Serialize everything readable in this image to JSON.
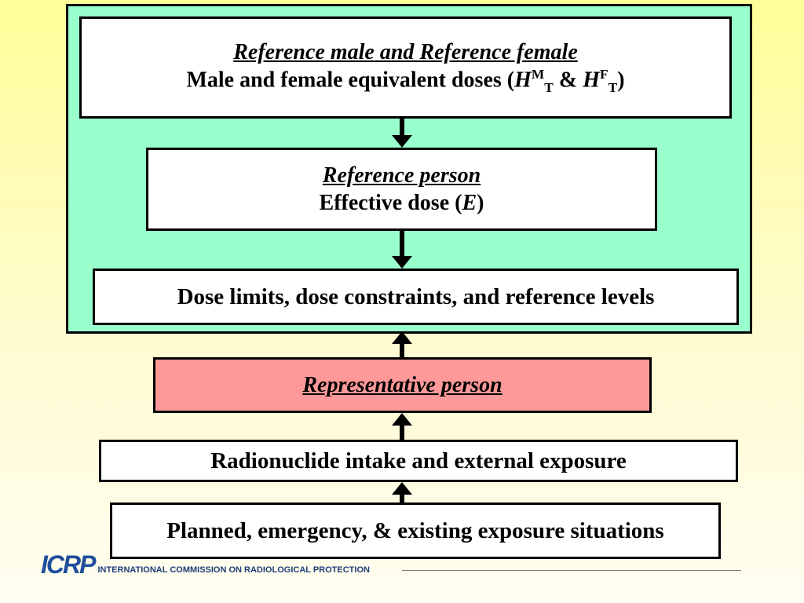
{
  "top_box": {
    "heading": "Reference male and Reference female",
    "line_prefix": "Male and female equivalent doses (",
    "sym1": "H",
    "sup1": "M",
    "sub1": "T",
    "amp": " & ",
    "sym2": "H",
    "sup2": "F",
    "sub2": "T",
    "line_suffix": ")"
  },
  "reference_person": {
    "heading": "Reference person",
    "line_prefix": "Effective dose (",
    "symbol": "E",
    "line_suffix": ")"
  },
  "dose_limits": "Dose limits, dose constraints, and reference levels",
  "representative_person": "Representative person",
  "intake": "Radionuclide intake and external exposure",
  "situations": "Planned, emergency, & existing exposure situations",
  "footer": {
    "logo_text": "ICRP",
    "organization": "INTERNATIONAL COMMISSION ON RADIOLOGICAL PROTECTION"
  },
  "colors": {
    "background_top": "#ffff99",
    "frame_fill": "#99ffcc",
    "representative_fill": "#ff9999",
    "logo_blue": "#1f4e9c"
  }
}
